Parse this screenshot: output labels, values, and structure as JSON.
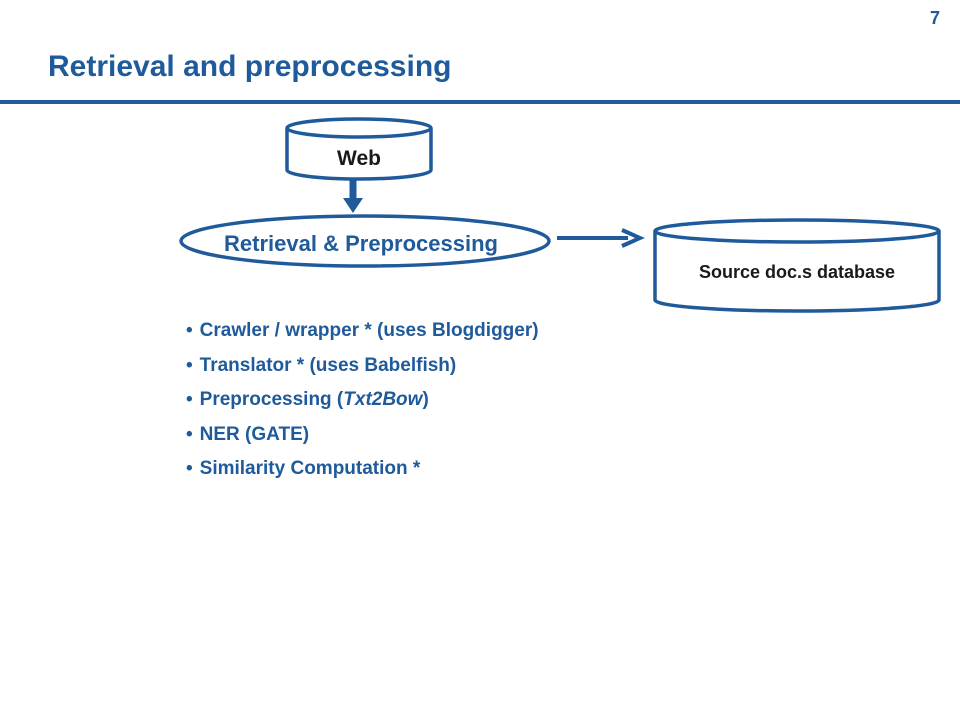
{
  "slide": {
    "page_number": "7",
    "title": "Retrieval and preprocessing"
  },
  "diagram": {
    "web_label": "Web",
    "process_label": "Retrieval & Preprocessing",
    "database_label": "Source doc.s database"
  },
  "bullets": [
    {
      "text": "Crawler / wrapper * (uses Blogdigger)"
    },
    {
      "text": "Translator * (uses Babelfish)"
    },
    {
      "prefix": "Preprocessing (",
      "italic": "Txt2Bow",
      "suffix": ")"
    },
    {
      "text": "NER (GATE)"
    },
    {
      "text": "Similarity Computation *"
    }
  ],
  "colors": {
    "accent": "#1f5a9a",
    "background": "#ffffff"
  }
}
